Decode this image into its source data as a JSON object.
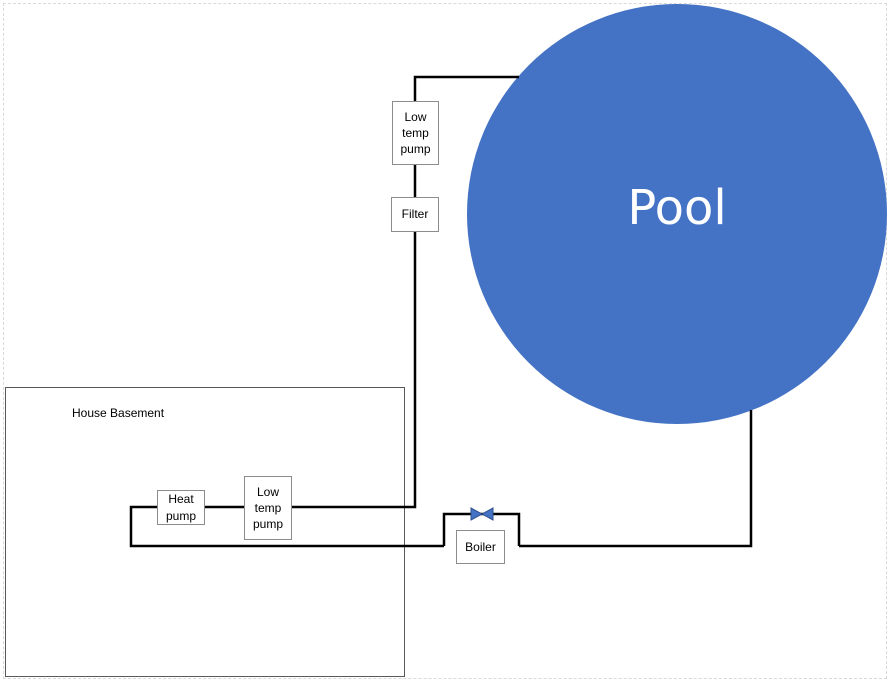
{
  "diagram": {
    "pool_label": "Pool",
    "basement_label": "House Basement",
    "components": {
      "low_temp_pump_top": "Low temp pump",
      "filter": "Filter",
      "heat_pump": "Heat pump",
      "low_temp_pump_basement": "Low temp pump",
      "boiler": "Boiler"
    },
    "colors": {
      "pool_fill": "#4472C4",
      "valve_fill": "#4472C4",
      "pipe": "#000000"
    }
  }
}
